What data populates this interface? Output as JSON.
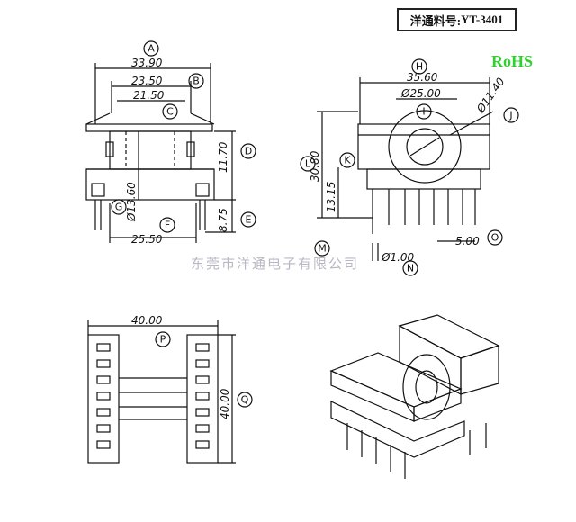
{
  "header": {
    "part_label": "洋通料号:",
    "part_number": "YT-3401",
    "rohs": "RoHS",
    "company": "东莞市洋通电子有限公司"
  },
  "dimensions": {
    "A": "33.90",
    "B": "23.50",
    "C": "21.50",
    "D": "11.70",
    "E": "8.75",
    "F": "25.50",
    "G": "Ø13.60",
    "H": "35.60",
    "I": "Ø25.00",
    "J": "Ø11.40",
    "K": "13.15",
    "L": "30.80",
    "N": "Ø1.00",
    "O": "5.00",
    "P": "40.00",
    "Q": "40.00"
  },
  "letters": {
    "A": "A",
    "B": "B",
    "C": "C",
    "D": "D",
    "E": "E",
    "F": "F",
    "G": "G",
    "H": "H",
    "I": "I",
    "J": "J",
    "K": "K",
    "L": "L",
    "M": "M",
    "N": "N",
    "O": "O",
    "P": "P",
    "Q": "Q"
  }
}
